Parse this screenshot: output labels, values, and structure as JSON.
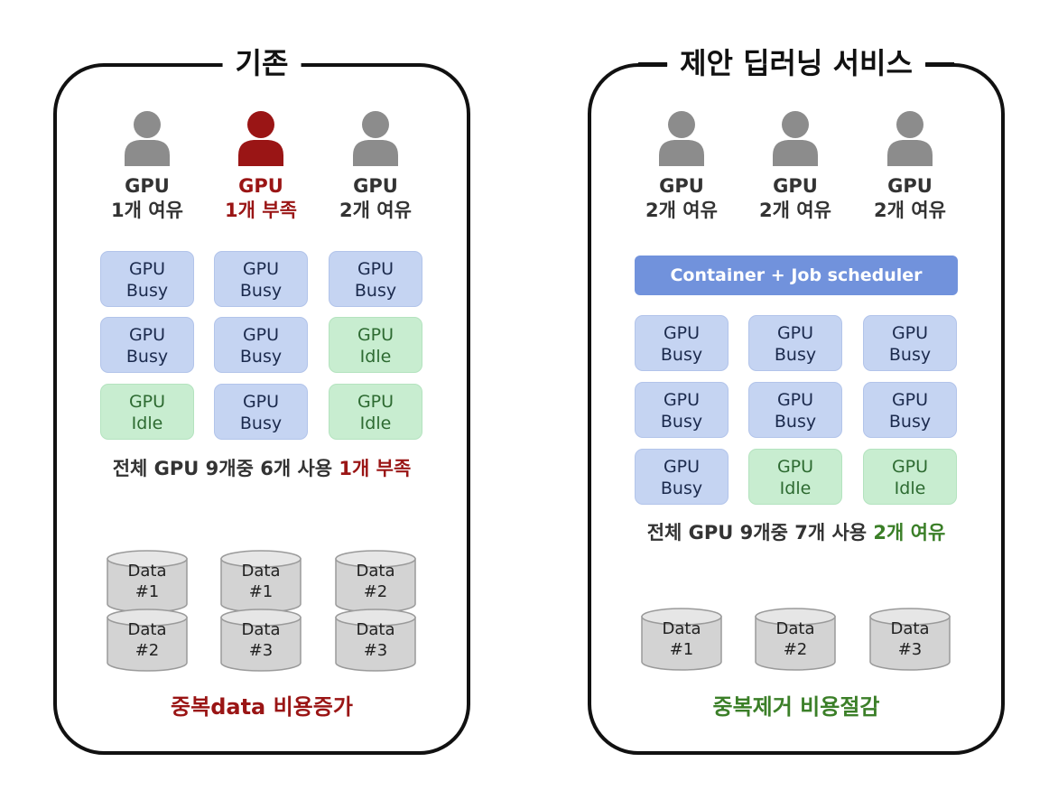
{
  "left_panel": {
    "title": "기존",
    "users": [
      {
        "line1": "GPU",
        "line2": "1개 여유",
        "status": "normal"
      },
      {
        "line1": "GPU",
        "line2": "1개 부족",
        "status": "shortage"
      },
      {
        "line1": "GPU",
        "line2": "2개 여유",
        "status": "normal"
      }
    ],
    "gpu_grid": [
      [
        {
          "label": "GPU",
          "state": "Busy"
        },
        {
          "label": "GPU",
          "state": "Busy"
        },
        {
          "label": "GPU",
          "state": "Busy"
        }
      ],
      [
        {
          "label": "GPU",
          "state": "Busy"
        },
        {
          "label": "GPU",
          "state": "Busy"
        },
        {
          "label": "GPU",
          "state": "Idle"
        }
      ],
      [
        {
          "label": "GPU",
          "state": "Idle"
        },
        {
          "label": "GPU",
          "state": "Busy"
        },
        {
          "label": "GPU",
          "state": "Idle"
        }
      ]
    ],
    "summary": {
      "text": "전체 GPU 9개중 6개 사용",
      "highlight": "1개 부족"
    },
    "data_stacks": [
      [
        {
          "line1": "Data",
          "line2": "#1"
        },
        {
          "line1": "Data",
          "line2": "#2"
        }
      ],
      [
        {
          "line1": "Data",
          "line2": "#1"
        },
        {
          "line1": "Data",
          "line2": "#3"
        }
      ],
      [
        {
          "line1": "Data",
          "line2": "#2"
        },
        {
          "line1": "Data",
          "line2": "#3"
        }
      ]
    ],
    "footer": "중복data 비용증가"
  },
  "right_panel": {
    "title": "제안 딥러닝 서비스",
    "users": [
      {
        "line1": "GPU",
        "line2": "2개 여유",
        "status": "normal"
      },
      {
        "line1": "GPU",
        "line2": "2개 여유",
        "status": "normal"
      },
      {
        "line1": "GPU",
        "line2": "2개 여유",
        "status": "normal"
      }
    ],
    "scheduler_label": "Container + Job scheduler",
    "gpu_grid": [
      [
        {
          "label": "GPU",
          "state": "Busy"
        },
        {
          "label": "GPU",
          "state": "Busy"
        },
        {
          "label": "GPU",
          "state": "Busy"
        }
      ],
      [
        {
          "label": "GPU",
          "state": "Busy"
        },
        {
          "label": "GPU",
          "state": "Busy"
        },
        {
          "label": "GPU",
          "state": "Busy"
        }
      ],
      [
        {
          "label": "GPU",
          "state": "Busy"
        },
        {
          "label": "GPU",
          "state": "Idle"
        },
        {
          "label": "GPU",
          "state": "Idle"
        }
      ]
    ],
    "summary": {
      "text": "전체 GPU 9개중 7개 사용",
      "highlight": "2개 여유"
    },
    "data": [
      {
        "line1": "Data",
        "line2": "#1"
      },
      {
        "line1": "Data",
        "line2": "#2"
      },
      {
        "line1": "Data",
        "line2": "#3"
      }
    ],
    "footer": "중복제거 비용절감"
  },
  "colors": {
    "busy": "#c5d4f2",
    "idle": "#c8edd0",
    "shortage": "#9a1515",
    "surplus": "#3b7f28",
    "scheduler": "#7192dc",
    "connector_blue": "#7b99dc",
    "user_normal": "#8c8c8c",
    "user_shortage": "#9a1515"
  },
  "icons": {
    "user": "user-icon",
    "database": "database-icon"
  }
}
